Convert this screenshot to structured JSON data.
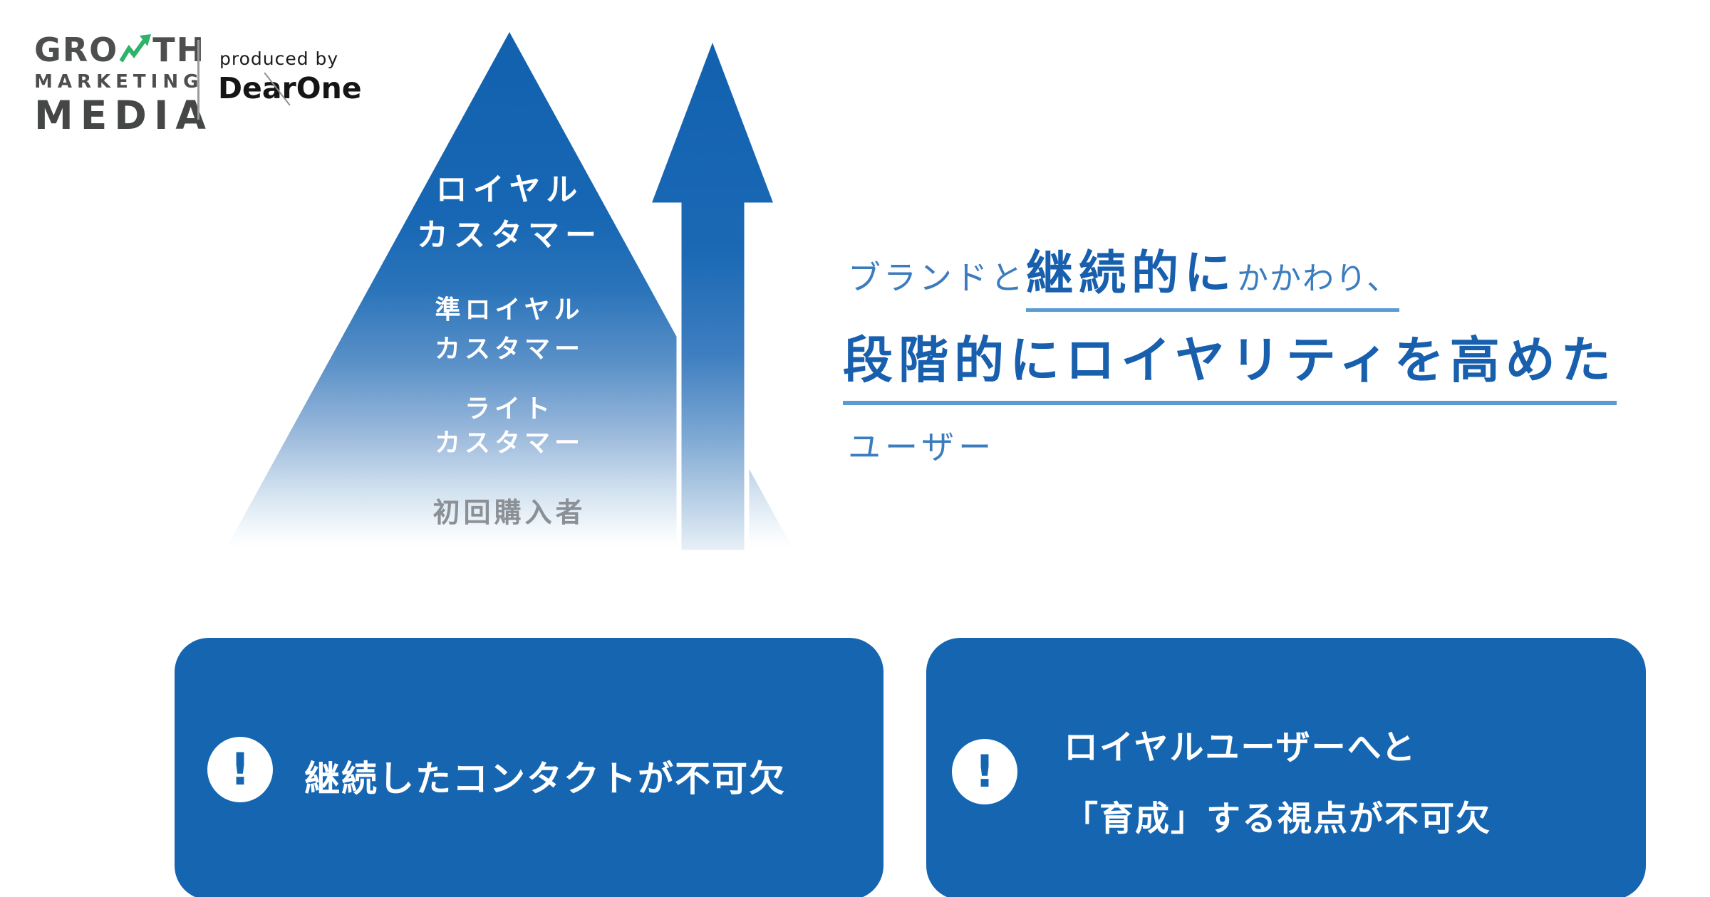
{
  "header": {
    "logo": {
      "growth_prefix": "GRO",
      "growth_suffix": "TH",
      "marketing": "MARKETING",
      "media": "MEDIA",
      "arrow_color": "#2fb269",
      "text_color": "#4d4f4e",
      "produced_by": "produced by",
      "producer": "DearOne"
    }
  },
  "pyramid": {
    "top_color": "#1261ae",
    "fade_color": "#ffffff",
    "tiers": [
      {
        "id": "loyal-customer",
        "text": "ロイヤル\nカスタマー",
        "text_color": "#ffffff"
      },
      {
        "id": "semi-loyal-customer",
        "text": "準ロイヤル\nカスタマー",
        "text_color": "#ffffff"
      },
      {
        "id": "light-customer",
        "text": "ライト\nカスタマー",
        "text_color": "#ffffff"
      },
      {
        "id": "first-time-buyer",
        "text": "初回購入者",
        "text_color": "#8a9096"
      }
    ]
  },
  "arrow": {
    "direction": "up",
    "color_top": "#1161af",
    "color_bottom": "#e9f1f8",
    "outline_color": "#ffffff"
  },
  "headline": {
    "segment_regular_1": "ブランドと",
    "segment_bold_underlined": "継続的に",
    "segment_regular_2": "かかわり、",
    "line2_bold_underlined": "段階的にロイヤリティを高めた",
    "line3": "ユーザー",
    "regular_color": "#3b7cbf",
    "bold_color": "#185fae",
    "underline_color": "#5b9bd5"
  },
  "notes": {
    "box_color": "#1565b1",
    "icon_glyph": "!",
    "items": [
      {
        "text": "継続したコンタクトが不可欠"
      },
      {
        "line1": "ロイヤルユーザーへと",
        "line2": "「育成」する視点が不可欠"
      }
    ]
  }
}
